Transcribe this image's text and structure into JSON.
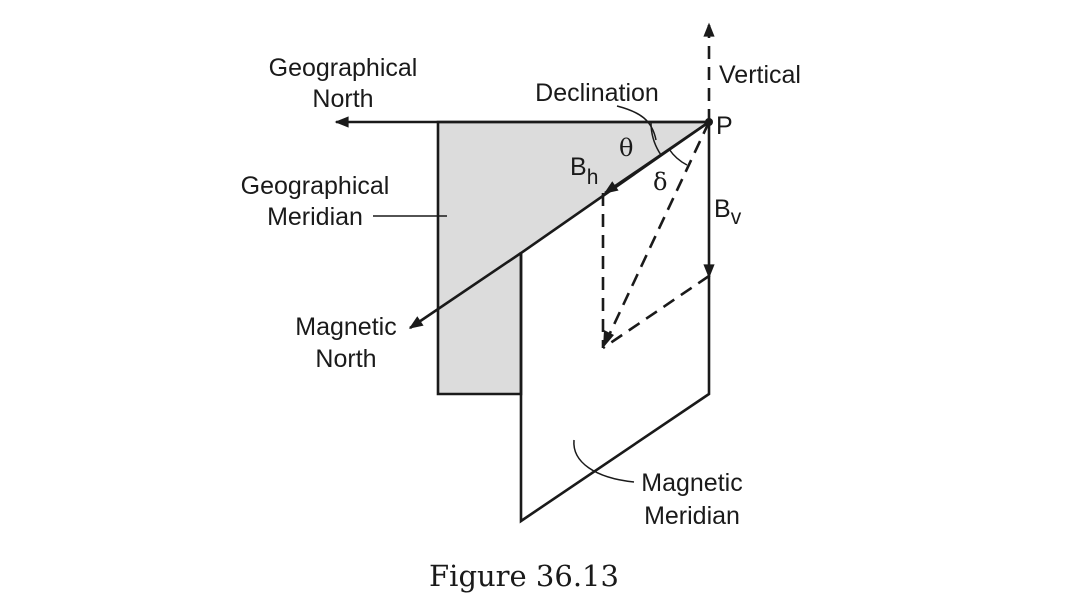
{
  "labels": {
    "geographical_north_1": "Geographical",
    "geographical_north_2": "North",
    "declination": "Declination",
    "vertical": "Vertical",
    "point": "P",
    "theta": "θ",
    "delta": "δ",
    "bh_main": "B",
    "bh_sub": "h",
    "bv_main": "B",
    "bv_sub": "v",
    "geographical_meridian_1": "Geographical",
    "geographical_meridian_2": "Meridian",
    "magnetic_north_1": "Magnetic",
    "magnetic_north_2": "North",
    "magnetic_meridian_1": "Magnetic",
    "magnetic_meridian_2": "Meridian"
  },
  "caption": "Figure 36.13",
  "colors": {
    "ink": "#1a1a1a",
    "geographical_meridian_fill": "#dcdcdc",
    "background": "#ffffff"
  }
}
